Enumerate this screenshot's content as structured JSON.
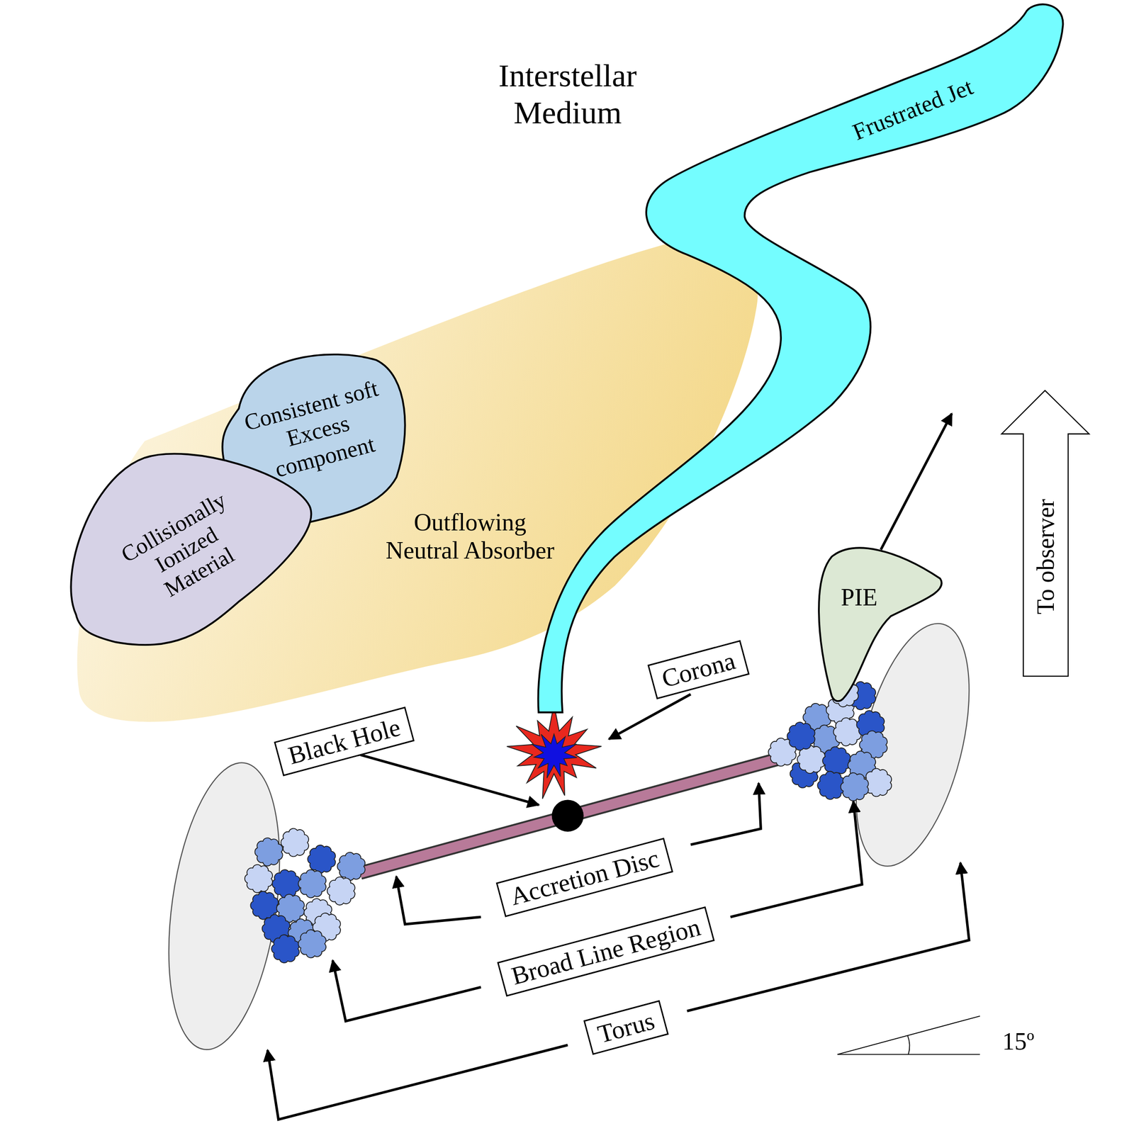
{
  "diagram": {
    "nodes": [
      {
        "text": [
          "Interstellar Medium"
        ]
      },
      {
        "text": [
          "Outflowing Neutral Absorber"
        ],
        "in": 0
      },
      {
        "text": [
          "Consistent soft Excess component"
        ],
        "in": 1
      },
      {
        "text": [
          "Collisionally Ionized Material"
        ],
        "in": 1
      },
      {
        "text": [
          "Frustrated Jet"
        ],
        "in": 0
      },
      {
        "text": [
          "PIE"
        ],
        "in": 0
      },
      {
        "text": [
          "To observer"
        ],
        "in": 0
      },
      {
        "text": [
          "Corona"
        ],
        "in": 0
      },
      {
        "text": [
          "Black Hole"
        ],
        "in": 0
      },
      {
        "text": [
          "Accretion Disc"
        ]
      },
      {
        "text": [
          "Broad Line Region"
        ]
      },
      {
        "text": [
          "Torus"
        ]
      }
    ],
    "labels": [
      "15º"
    ]
  }
}
